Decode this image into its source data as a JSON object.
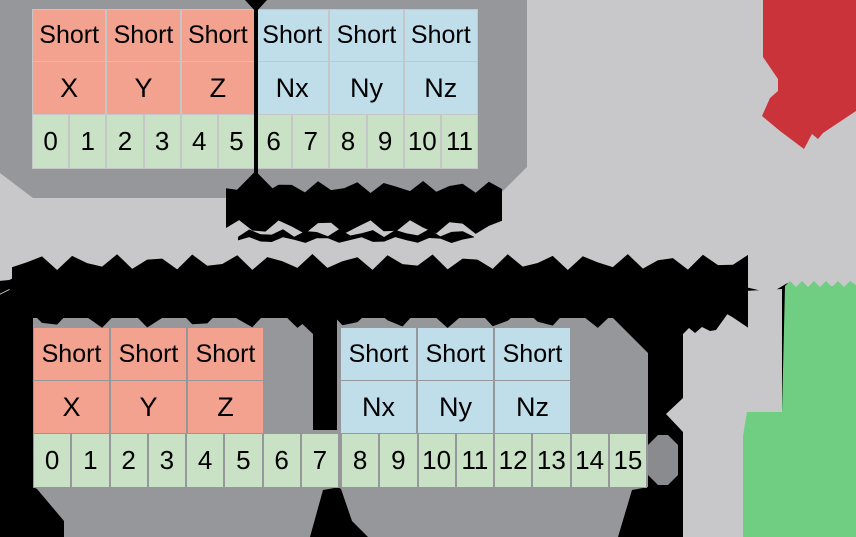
{
  "diagram": {
    "top_struct": {
      "types": [
        "Short",
        "Short",
        "Short",
        "Short",
        "Short",
        "Short"
      ],
      "fields": [
        "X",
        "Y",
        "Z",
        "Nx",
        "Ny",
        "Nz"
      ],
      "bytes": [
        "0",
        "1",
        "2",
        "3",
        "4",
        "5",
        "6",
        "7",
        "8",
        "9",
        "10",
        "11"
      ]
    },
    "bottom_struct": {
      "position_types": [
        "Short",
        "Short",
        "Short"
      ],
      "position_fields": [
        "X",
        "Y",
        "Z"
      ],
      "normal_types": [
        "Short",
        "Short",
        "Short"
      ],
      "normal_fields": [
        "Nx",
        "Ny",
        "Nz"
      ],
      "bytes": [
        "0",
        "1",
        "2",
        "3",
        "4",
        "5",
        "6",
        "7",
        "8",
        "9",
        "10",
        "11",
        "12",
        "13",
        "14",
        "15"
      ]
    },
    "icons": {
      "top_mark": "x-mark",
      "bottom_mark": "check-mark"
    },
    "colors": {
      "background": "#C8C8CA",
      "panel_gray": "#96979B",
      "position_cell": "#F2A28F",
      "normal_cell": "#C0DEEA",
      "byte_cell": "#C9E2C6",
      "x_mark_red": "#CB333B",
      "check_mark_green": "#6FCE82",
      "redaction": "#000000"
    }
  }
}
